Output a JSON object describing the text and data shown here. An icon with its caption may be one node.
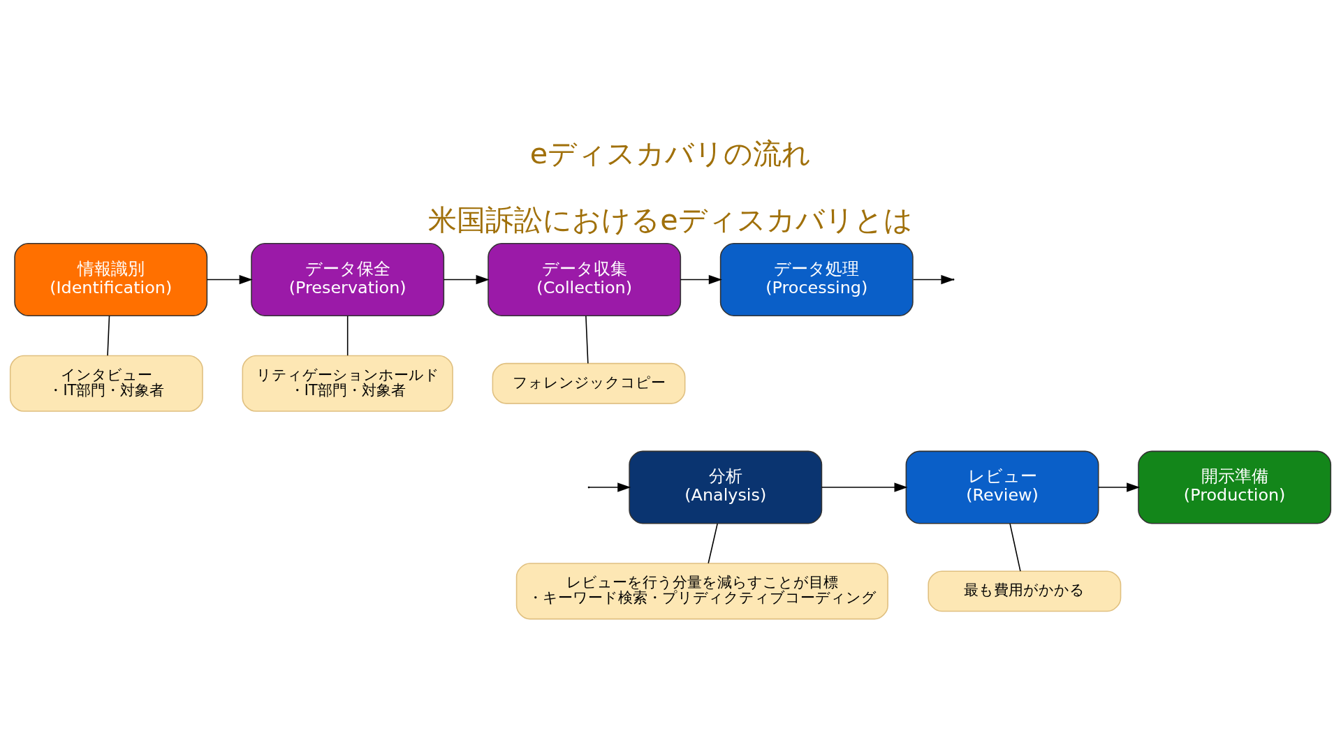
{
  "diagram": {
    "title": "eディスカバリの流れ",
    "caption": "米国訴訟におけるeディスカバリとは",
    "nodes": [
      {
        "text": [
          "情報識別",
          "(Identification)"
        ]
      },
      {
        "text": [
          "データ保全",
          "(Preservation)"
        ]
      },
      {
        "text": [
          "データ収集",
          "(Collection)"
        ]
      },
      {
        "text": [
          "データ処理",
          "(Processing)"
        ]
      },
      {
        "text": [
          "分析",
          "(Analysis)"
        ]
      },
      {
        "text": [
          "レビュー",
          "(Review)"
        ]
      },
      {
        "text": [
          "開示準備",
          "(Production)"
        ]
      },
      {
        "text": [
          "インタビュー",
          "・IT部門・対象者"
        ]
      },
      {
        "text": [
          "リティゲーションホールド",
          "・IT部門・対象者"
        ]
      },
      {
        "text": [
          "フォレンジックコピー"
        ]
      },
      {
        "text": [
          "レビューを行う分量を減らすことが目標",
          "・キーワード検索・プリディクティブコーディング"
        ]
      },
      {
        "text": [
          "最も費用がかかる"
        ]
      }
    ],
    "edges": [
      {
        "from": 0,
        "to": 1,
        "arrow": "to"
      },
      {
        "from": 1,
        "to": 2,
        "arrow": "to"
      },
      {
        "from": 2,
        "to": 3,
        "arrow": "to"
      },
      {
        "from": 3,
        "to": null,
        "arrow": "to"
      },
      {
        "from": null,
        "to": 4,
        "arrow": "to"
      },
      {
        "from": 4,
        "to": 5,
        "arrow": "to"
      },
      {
        "from": 5,
        "to": 6,
        "arrow": "to"
      },
      {
        "from": 7,
        "to": 0,
        "arrow": "none"
      },
      {
        "from": 8,
        "to": 1,
        "arrow": "none"
      },
      {
        "from": 9,
        "to": 2,
        "arrow": "none"
      },
      {
        "from": 10,
        "to": 4,
        "arrow": "none"
      },
      {
        "from": 11,
        "to": 5,
        "arrow": "none"
      }
    ]
  }
}
